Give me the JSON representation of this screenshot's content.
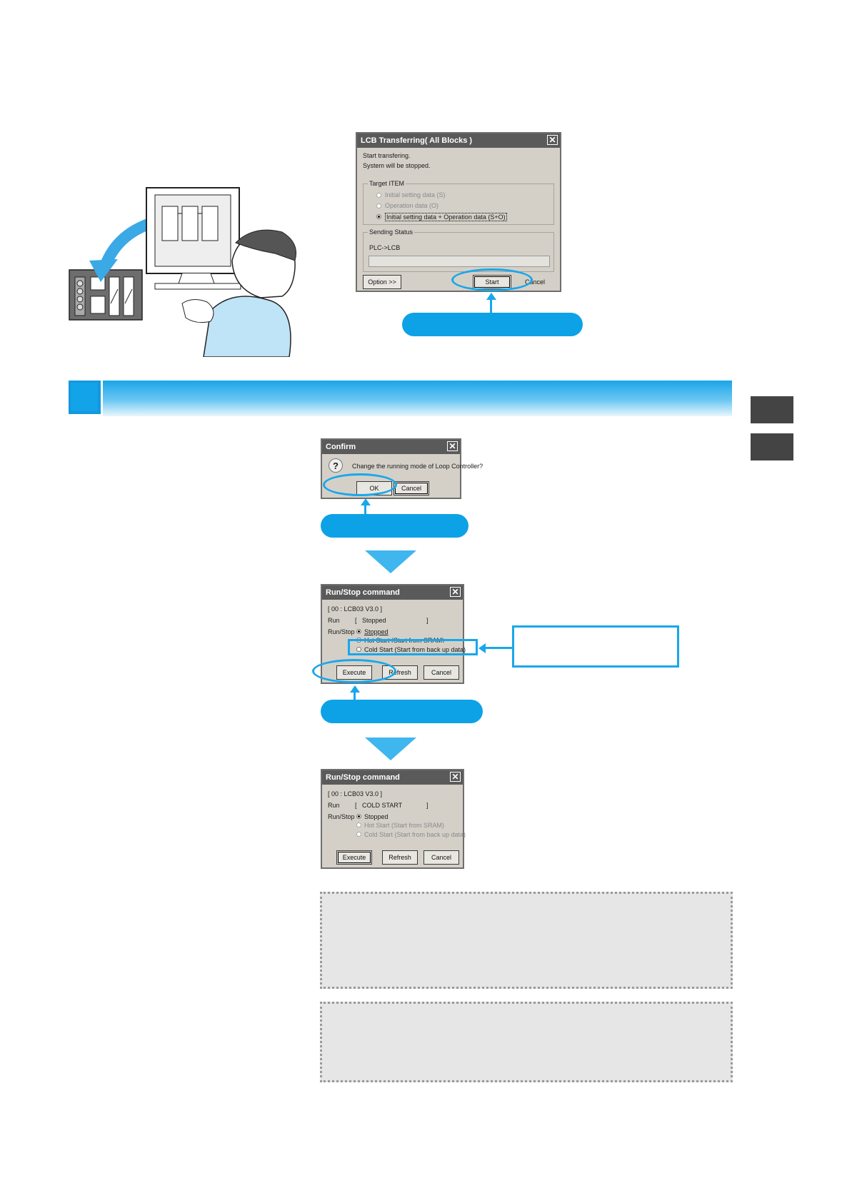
{
  "lcb_dialog": {
    "title": "LCB Transferring( All Blocks )",
    "line1": "Start transfering.",
    "line2": "System will be stopped.",
    "target_group": "Target ITEM",
    "option_s": "Initial setting data (S)",
    "option_o": "Operation data (O)",
    "option_so": "Initial setting data + Operation data (S+O)",
    "status_group": "Sending Status",
    "status_text": "PLC->LCB",
    "option_button": "Option >>",
    "start_button": "Start",
    "cancel_button": "Cancel",
    "close": "✕"
  },
  "confirm_dialog": {
    "title": "Confirm",
    "message": "Change the running mode of Loop Controller?",
    "ok_button": "OK",
    "cancel_button": "Cancel",
    "question_icon": "?",
    "close": "✕"
  },
  "runstop_dialog_1": {
    "title": "Run/Stop command",
    "id_line": "[ 00 : LCB03 V3.0 ]",
    "run_label": "Run",
    "run_open": "[",
    "run_value": "Stopped",
    "run_close": "]",
    "runstop_label": "Run/Stop",
    "opt_stopped": "Stopped",
    "opt_hot": "Hot Start (Start from SRAM)",
    "opt_cold": "Cold Start (Start from back up data)",
    "execute_button": "Execute",
    "refresh_button": "Refresh",
    "cancel_button": "Cancel",
    "close": "✕"
  },
  "runstop_dialog_2": {
    "title": "Run/Stop command",
    "id_line": "[ 00 : LCB03 V3.0 ]",
    "run_label": "Run",
    "run_open": "[",
    "run_value": "COLD START",
    "run_close": "]",
    "runstop_label": "Run/Stop",
    "opt_stopped": "Stopped",
    "opt_hot": "Hot Start (Start from SRAM)",
    "opt_cold": "Cold Start (Start from back up data)",
    "execute_button": "Execute",
    "refresh_button": "Refresh",
    "cancel_button": "Cancel",
    "close": "✕"
  },
  "colors": {
    "accent": "#19a7ea",
    "pill": "#0da2e6",
    "section_square": "#12a3e8",
    "side_tab": "#444444",
    "note_bg": "#e6e6e6"
  }
}
